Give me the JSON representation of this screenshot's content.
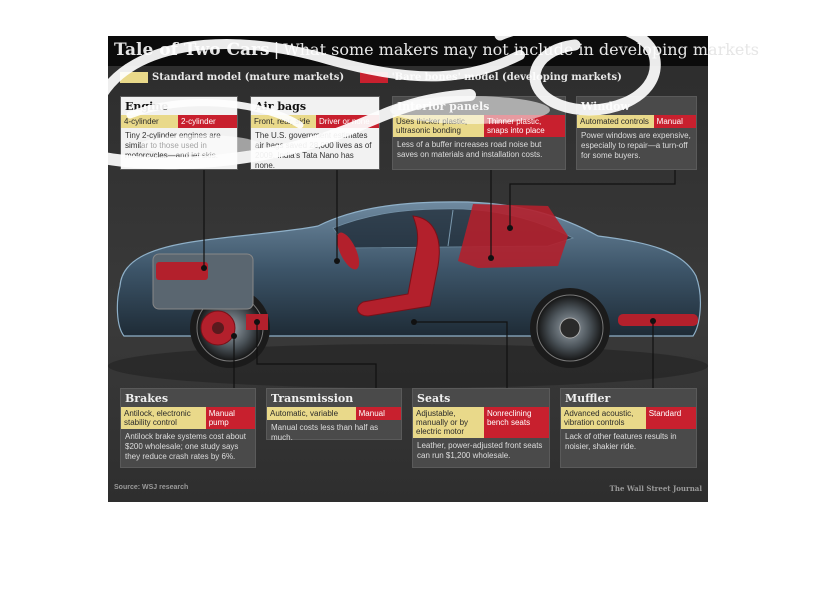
{
  "title": {
    "main": "Tale of Two Cars",
    "separator": "|",
    "sub": "What some makers may not include in developing markets"
  },
  "legend": {
    "standard_label": "Standard model (mature markets)",
    "bare_label": "'Bare bones' model (developing markets)"
  },
  "colors": {
    "standard": "#e9d98a",
    "bare": "#c8202e",
    "background": "#333333"
  },
  "callouts": {
    "engine": {
      "title": "Engine",
      "standard": "4-cylinder",
      "bare": "2-cylinder",
      "desc": "Tiny 2-cylinder engines are similar to those used in motorcycles—and jet skis."
    },
    "airbags": {
      "title": "Air bags",
      "standard": "Front, rear, side",
      "bare": "Driver or none",
      "desc": "The U.S. government estimates air bags saved 28,000 lives as of 2009. India's Tata Nano has none."
    },
    "interior": {
      "title": "Interior panels",
      "standard": "Uses thicker plastic, ultrasonic bonding",
      "bare": "Thinner plastic, snaps into place",
      "desc": "Less of a buffer increases road noise but saves on materials and installation costs."
    },
    "window": {
      "title": "Window",
      "standard": "Automated controls",
      "bare": "Manual",
      "desc": "Power windows are expensive, especially to repair—a turn-off for some buyers."
    },
    "brakes": {
      "title": "Brakes",
      "standard": "Antilock, electronic stability control",
      "bare": "Manual pump",
      "desc": "Antilock brake systems cost about $200 wholesale; one study says they reduce crash rates by 6%."
    },
    "transmission": {
      "title": "Transmission",
      "standard": "Automatic, variable",
      "bare": "Manual",
      "desc": "Manual costs less than half as much."
    },
    "seats": {
      "title": "Seats",
      "standard": "Adjustable, manually or by electric motor",
      "bare": "Nonreclining bench seats",
      "desc": "Leather, power-adjusted front seats can run $1,200 wholesale."
    },
    "muffler": {
      "title": "Muffler",
      "standard": "Advanced acoustic, vibration controls",
      "bare": "Standard",
      "desc": "Lack of other features results in noisier, shakier ride."
    }
  },
  "footer": {
    "source": "Source: WSJ research",
    "credit": "The Wall Street Journal"
  }
}
